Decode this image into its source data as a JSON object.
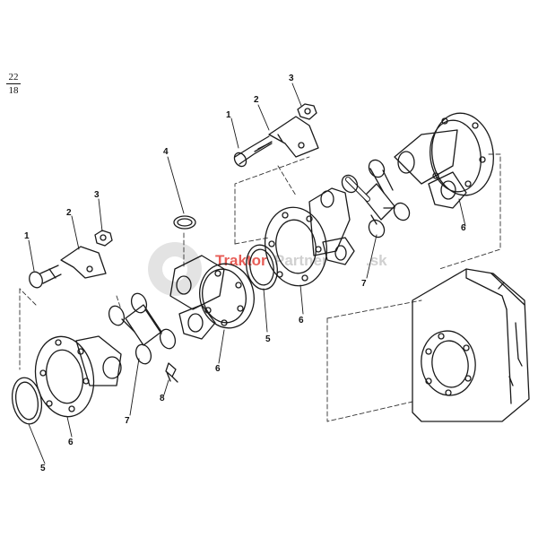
{
  "page_ref": {
    "top": "22",
    "bottom": "18"
  },
  "watermark": {
    "brand_a": "Traktor",
    "brand_b": "Partner",
    "suffix": ".sk",
    "color_a": "#e0281f",
    "color_b": "#cfcfcf"
  },
  "callouts": {
    "c1a": "1",
    "c2a": "2",
    "c3a": "3",
    "c1b": "1",
    "c2b": "2",
    "c3b": "3",
    "c4": "4",
    "c5a": "5",
    "c5b": "5",
    "c6a": "6",
    "c6b": "6",
    "c6c": "6",
    "c6d": "6",
    "c7a": "7",
    "c7b": "7",
    "c8": "8"
  }
}
